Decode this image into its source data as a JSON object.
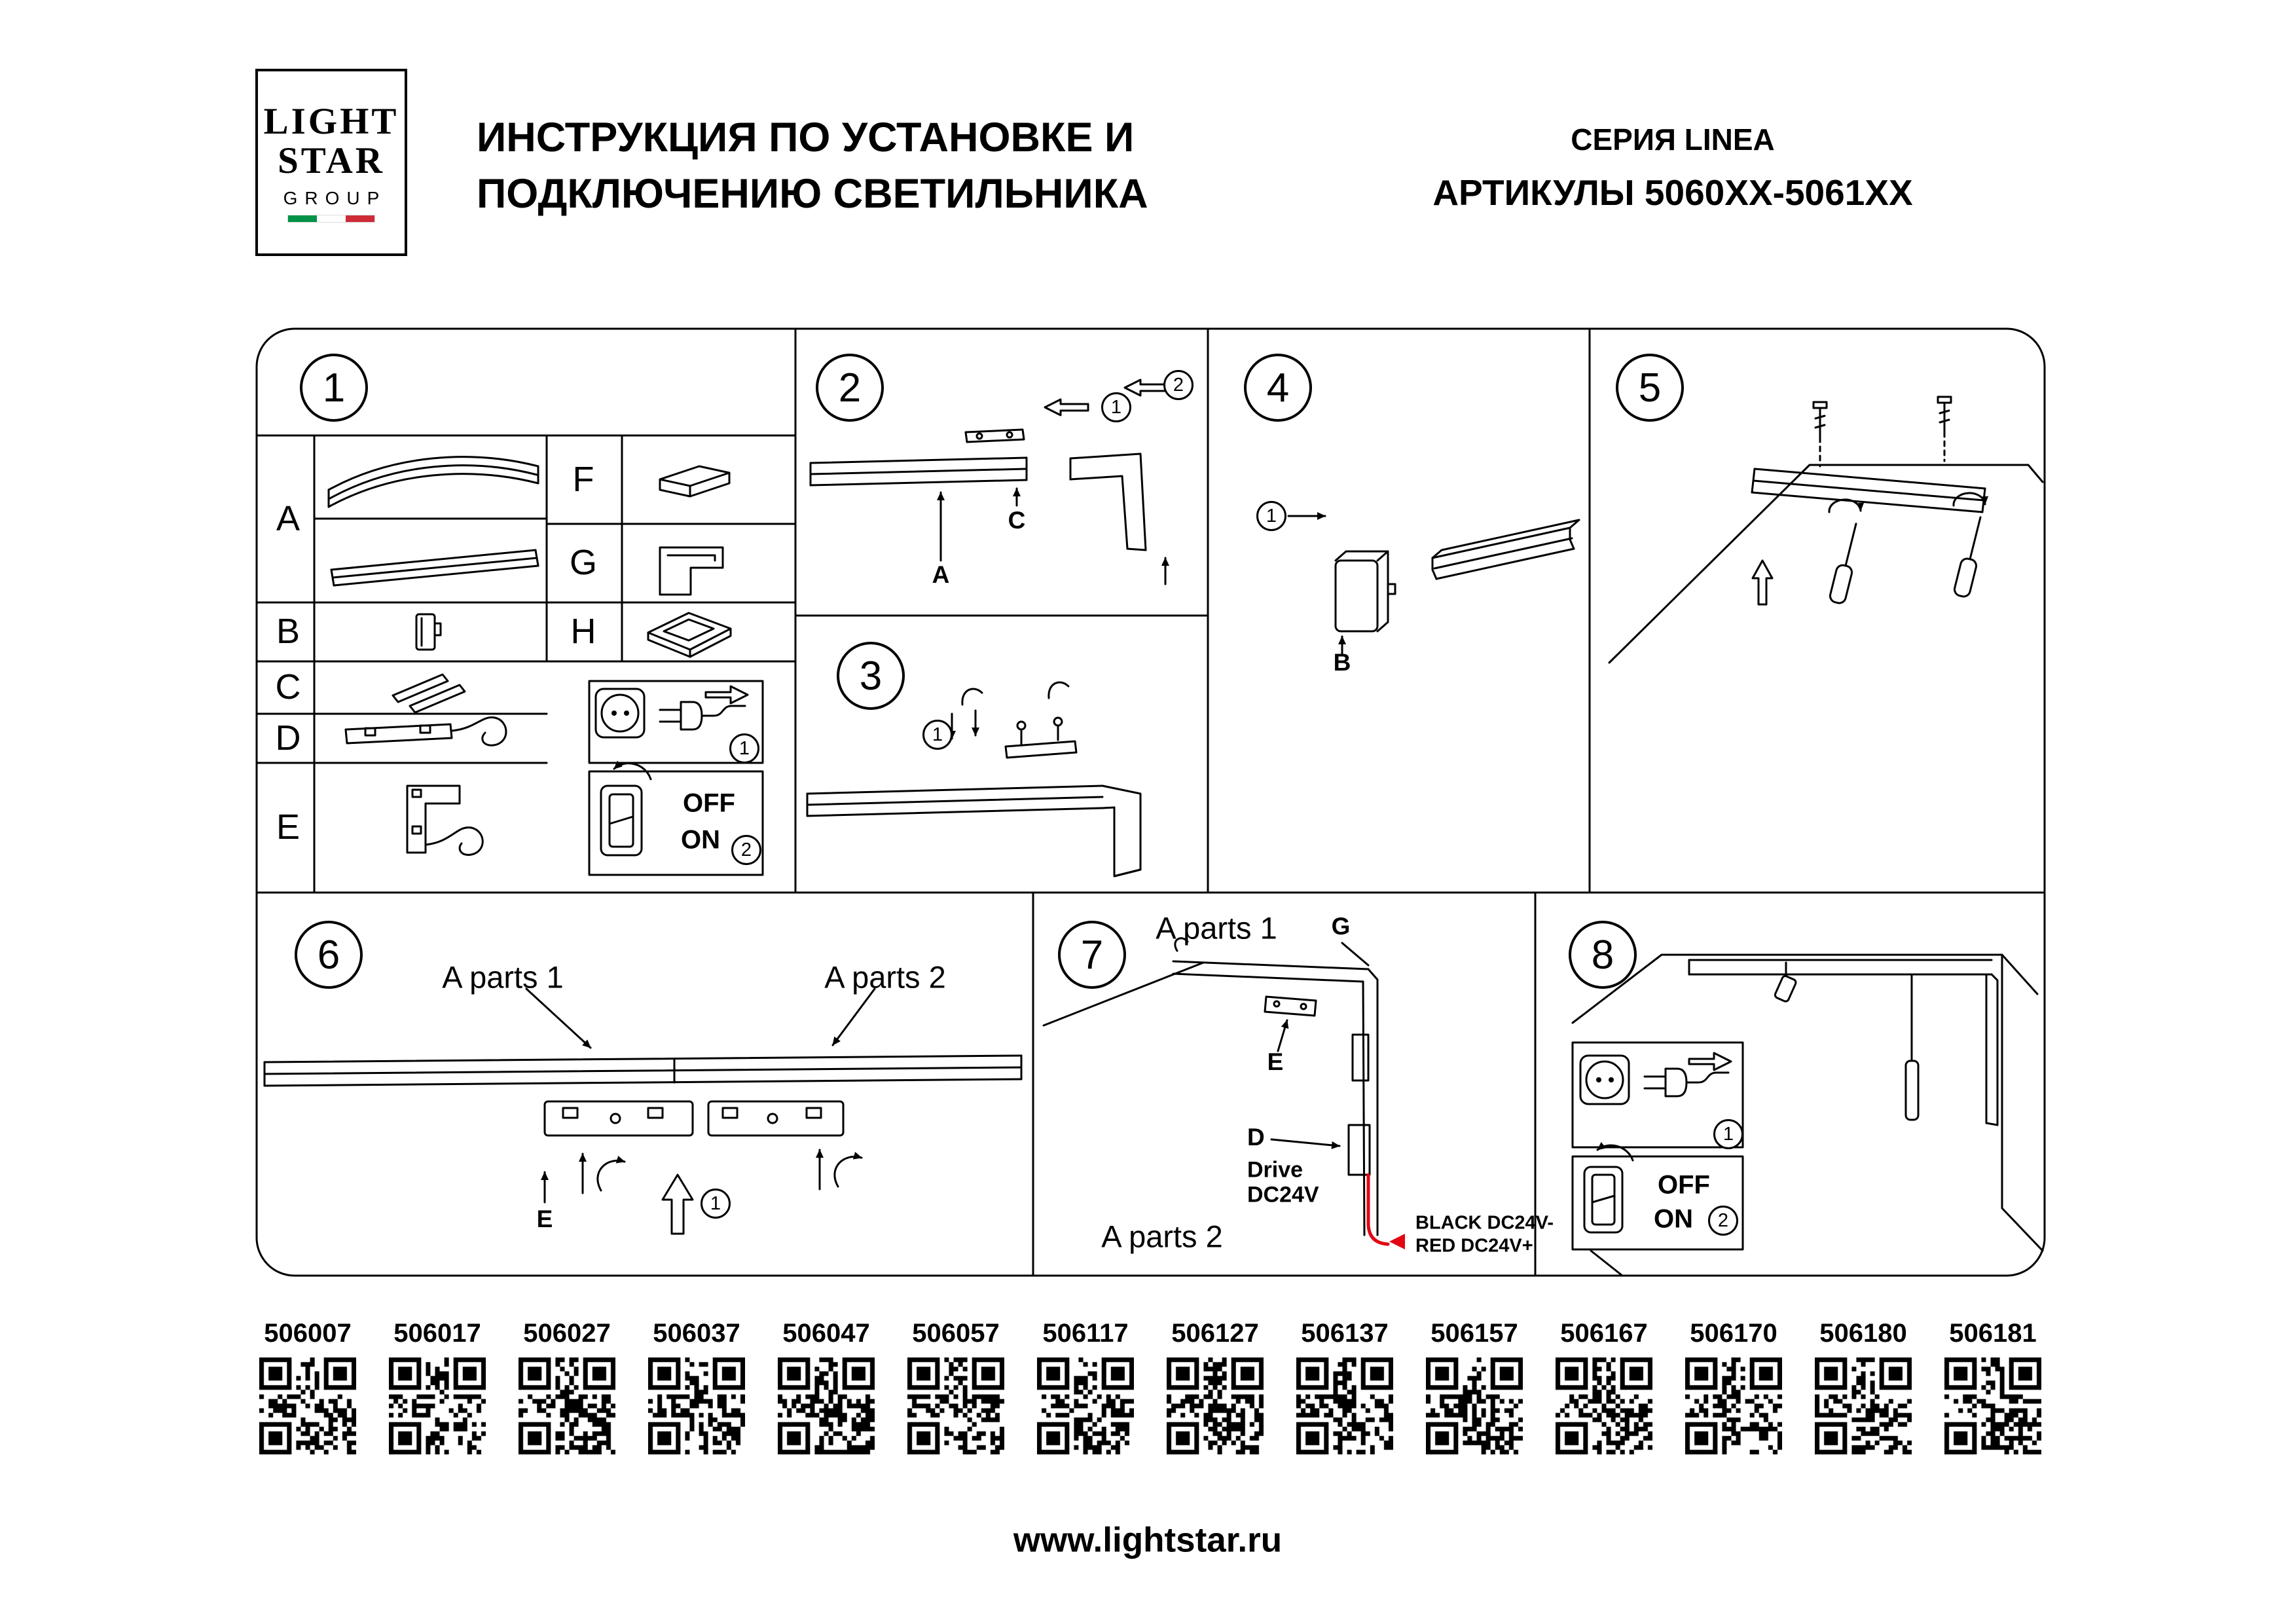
{
  "header": {
    "logo": {
      "line1": "LIGHT",
      "line2": "STAR",
      "line3": "GROUP"
    },
    "title_line1": "ИНСТРУКЦИЯ ПО УСТАНОВКЕ И",
    "title_line2": "ПОДКЛЮЧЕНИЮ СВЕТИЛЬНИКА",
    "series": "СЕРИЯ LINEA",
    "articles": "АРТИКУЛЫ 5060XX-5061XX"
  },
  "sections": {
    "s1": {
      "number": "1",
      "part_labels": {
        "a": "A",
        "b": "B",
        "c": "C",
        "d": "D",
        "e": "E",
        "f": "F",
        "g": "G",
        "h": "H"
      },
      "plug_step": "1",
      "switch_off": "OFF",
      "switch_on": "ON",
      "switch_step": "2"
    },
    "s2": {
      "number": "2",
      "step1": "1",
      "step2": "2",
      "label_a": "A",
      "label_c": "C"
    },
    "s3": {
      "number": "3",
      "step1": "1"
    },
    "s4": {
      "number": "4",
      "step1": "1",
      "label_b": "B"
    },
    "s5": {
      "number": "5"
    },
    "s6": {
      "number": "6",
      "parts1": "A parts 1",
      "parts2": "A parts 2",
      "label_e": "E",
      "step1": "1"
    },
    "s7": {
      "number": "7",
      "parts1": "A parts 1",
      "parts2": "A parts 2",
      "label_g": "G",
      "label_e": "E",
      "label_d": "D",
      "drive_line1": "Drive",
      "drive_line2": "DC24V",
      "wire_black": "BLACK DC24V-",
      "wire_red": "RED DC24V+"
    },
    "s8": {
      "number": "8",
      "plug_step": "1",
      "switch_off": "OFF",
      "switch_on": "ON",
      "switch_step": "2"
    }
  },
  "qr_codes": [
    "506007",
    "506017",
    "506027",
    "506037",
    "506047",
    "506057",
    "506117",
    "506127",
    "506137",
    "506157",
    "506167",
    "506170",
    "506180",
    "506181"
  ],
  "footer": {
    "website": "www.lightstar.ru"
  },
  "colors": {
    "ink": "#000000",
    "accent_red": "#e30613",
    "flag_green": "#009246",
    "flag_red": "#ce2b37"
  }
}
